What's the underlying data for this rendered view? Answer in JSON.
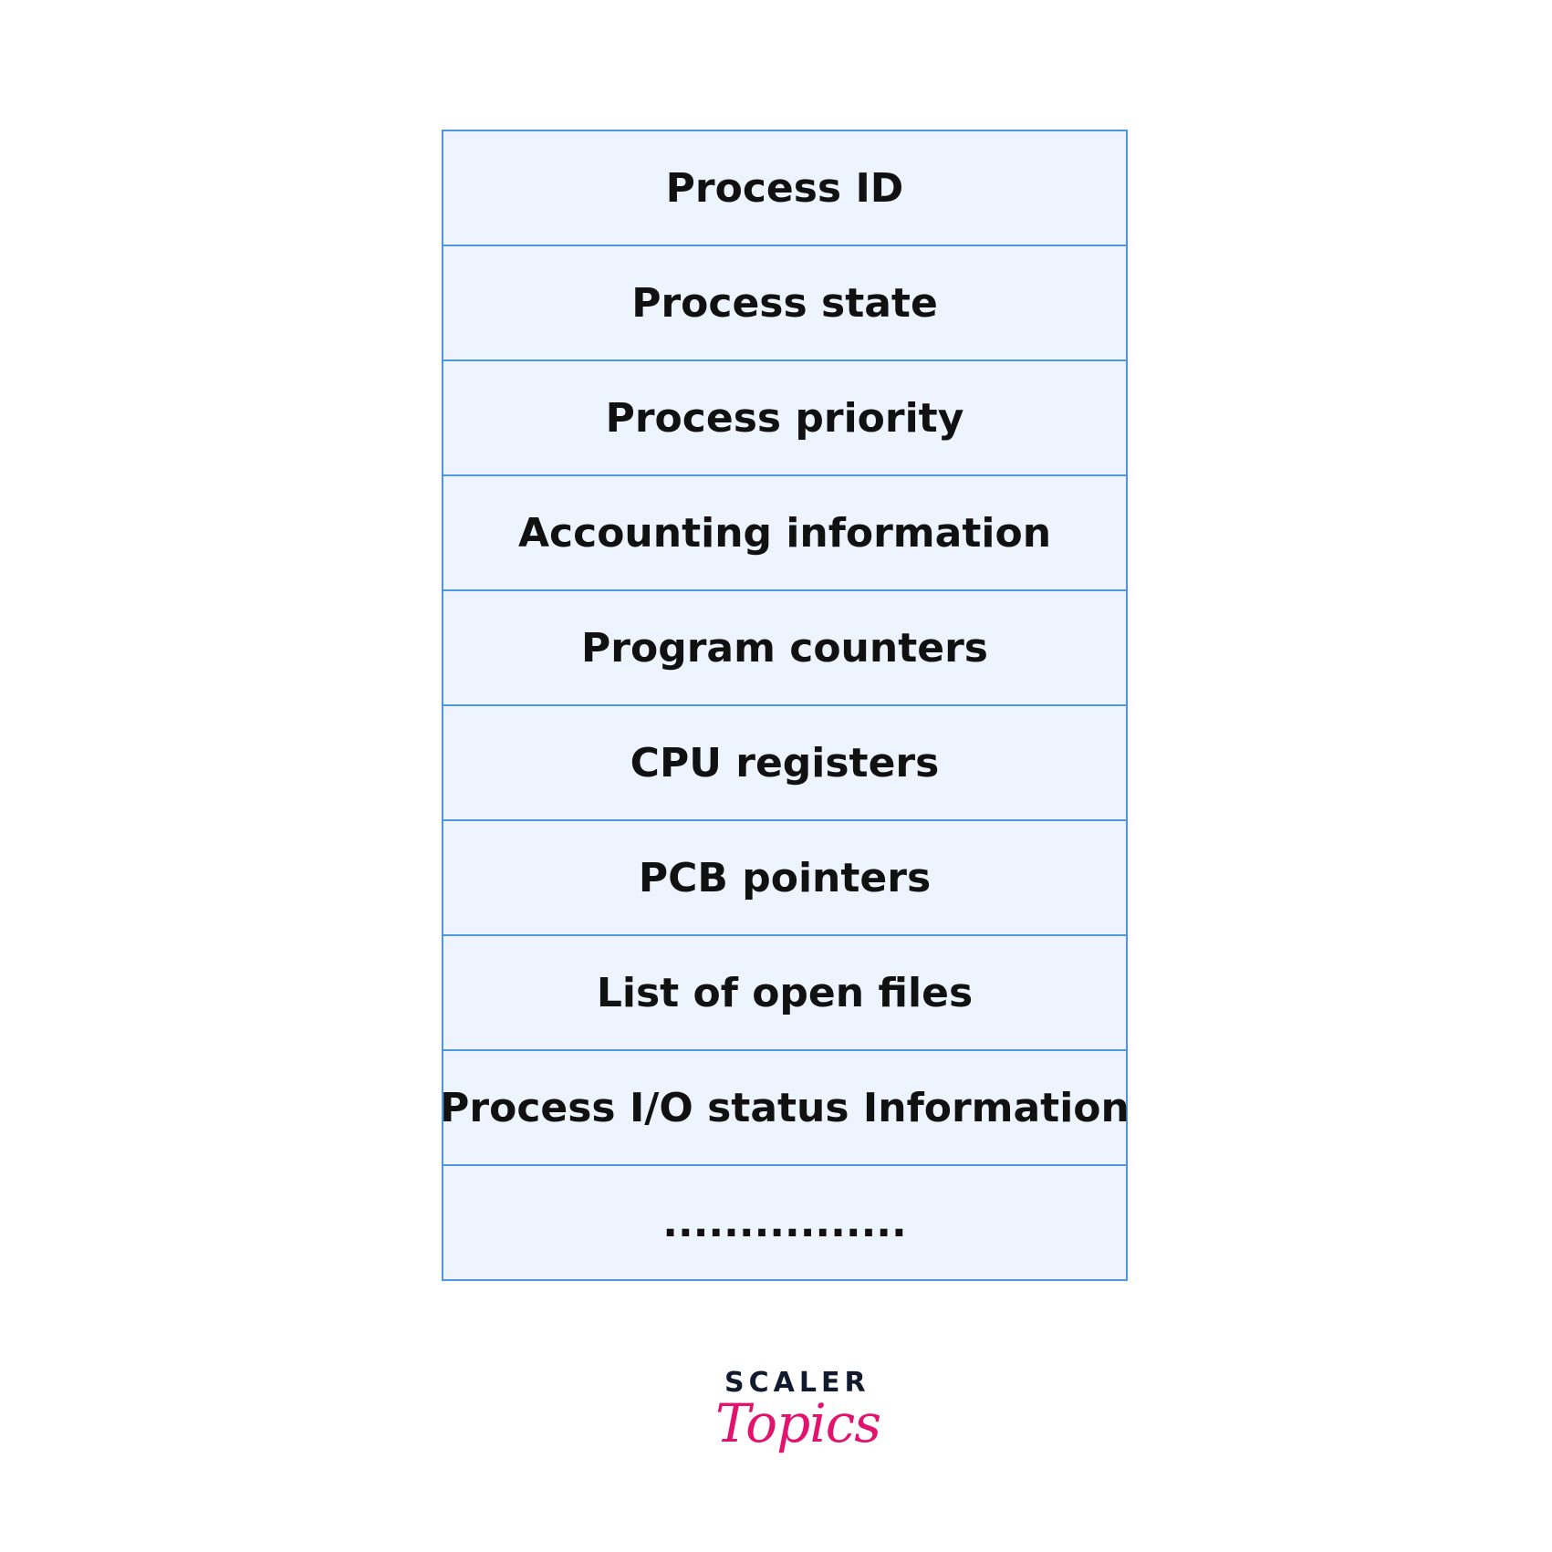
{
  "pcb_fields": [
    "Process ID",
    "Process state",
    "Process priority",
    "Accounting information",
    "Program counters",
    "CPU registers",
    "PCB pointers",
    "List of open files",
    "Process I/O status Information",
    "................"
  ],
  "logo": {
    "brand": "SCALER",
    "product": "Topics"
  },
  "colors": {
    "border": "#4f97dc",
    "cell_fill": "#edf4fd",
    "logo_dark": "#111a2e",
    "logo_pink": "#e2136e"
  }
}
